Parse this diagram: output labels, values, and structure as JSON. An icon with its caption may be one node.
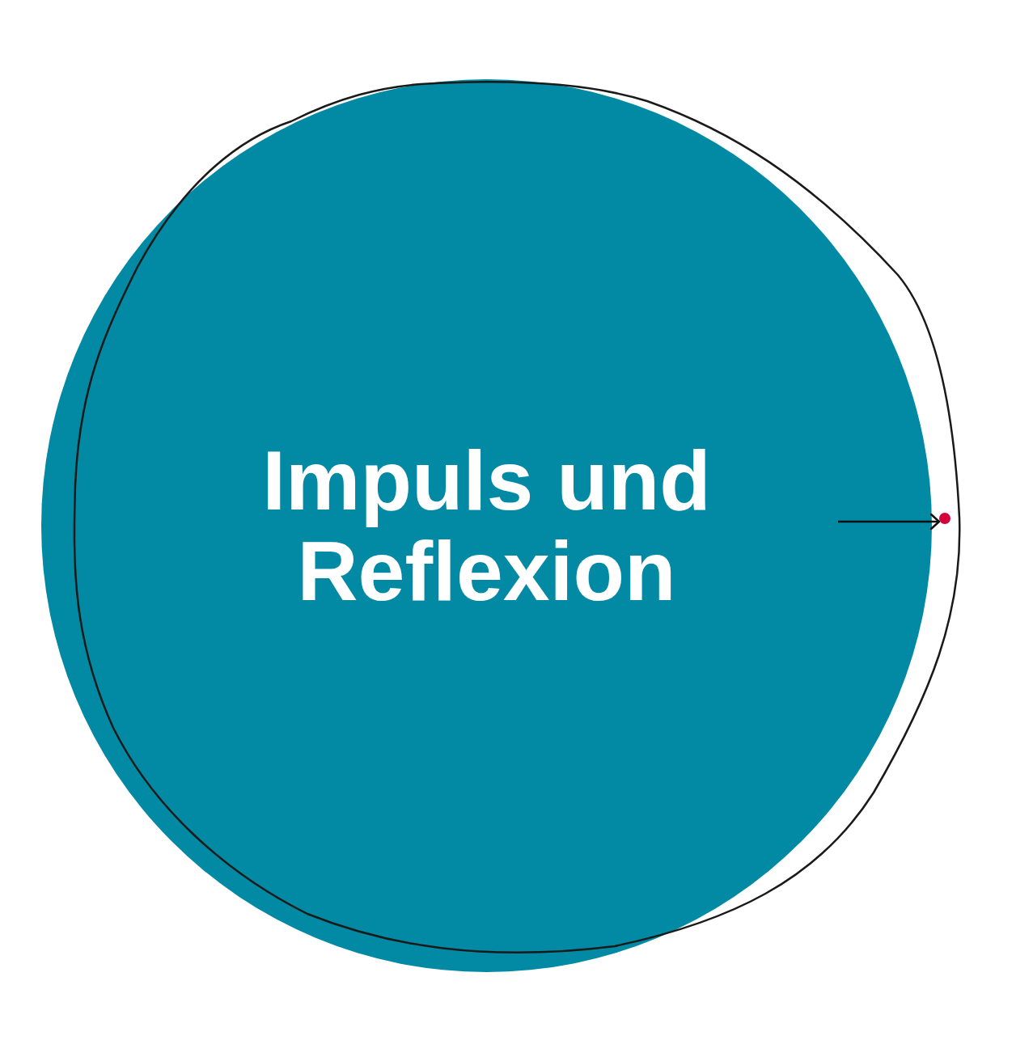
{
  "diagram": {
    "nodes": [
      {
        "text": [
          "Impuls und Reflexion"
        ]
      },
      {
        "text": [],
        "shape": "circle"
      }
    ],
    "edges": [
      {
        "from": 0,
        "to": 1,
        "arrow": "to"
      }
    ]
  }
}
